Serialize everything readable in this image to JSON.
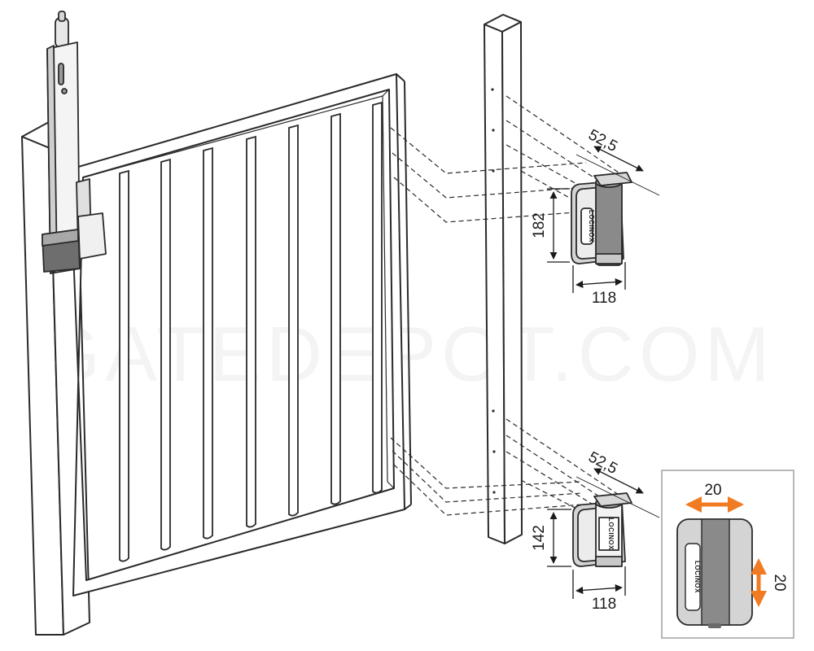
{
  "watermark": "GATEDEPOT.COM",
  "brand_label": "LOCINOX",
  "top_hinge": {
    "depth": "52,5",
    "height": "182",
    "width": "118"
  },
  "bottom_hinge": {
    "depth": "52,5",
    "height": "142",
    "width": "118"
  },
  "inset": {
    "adjust_horizontal": "20",
    "adjust_vertical": "20"
  },
  "colors": {
    "line": "#2a2a2a",
    "accent": "#f07b22",
    "hinge_body": "#8a8a8a",
    "hinge_plate": "#d4d4d4"
  }
}
